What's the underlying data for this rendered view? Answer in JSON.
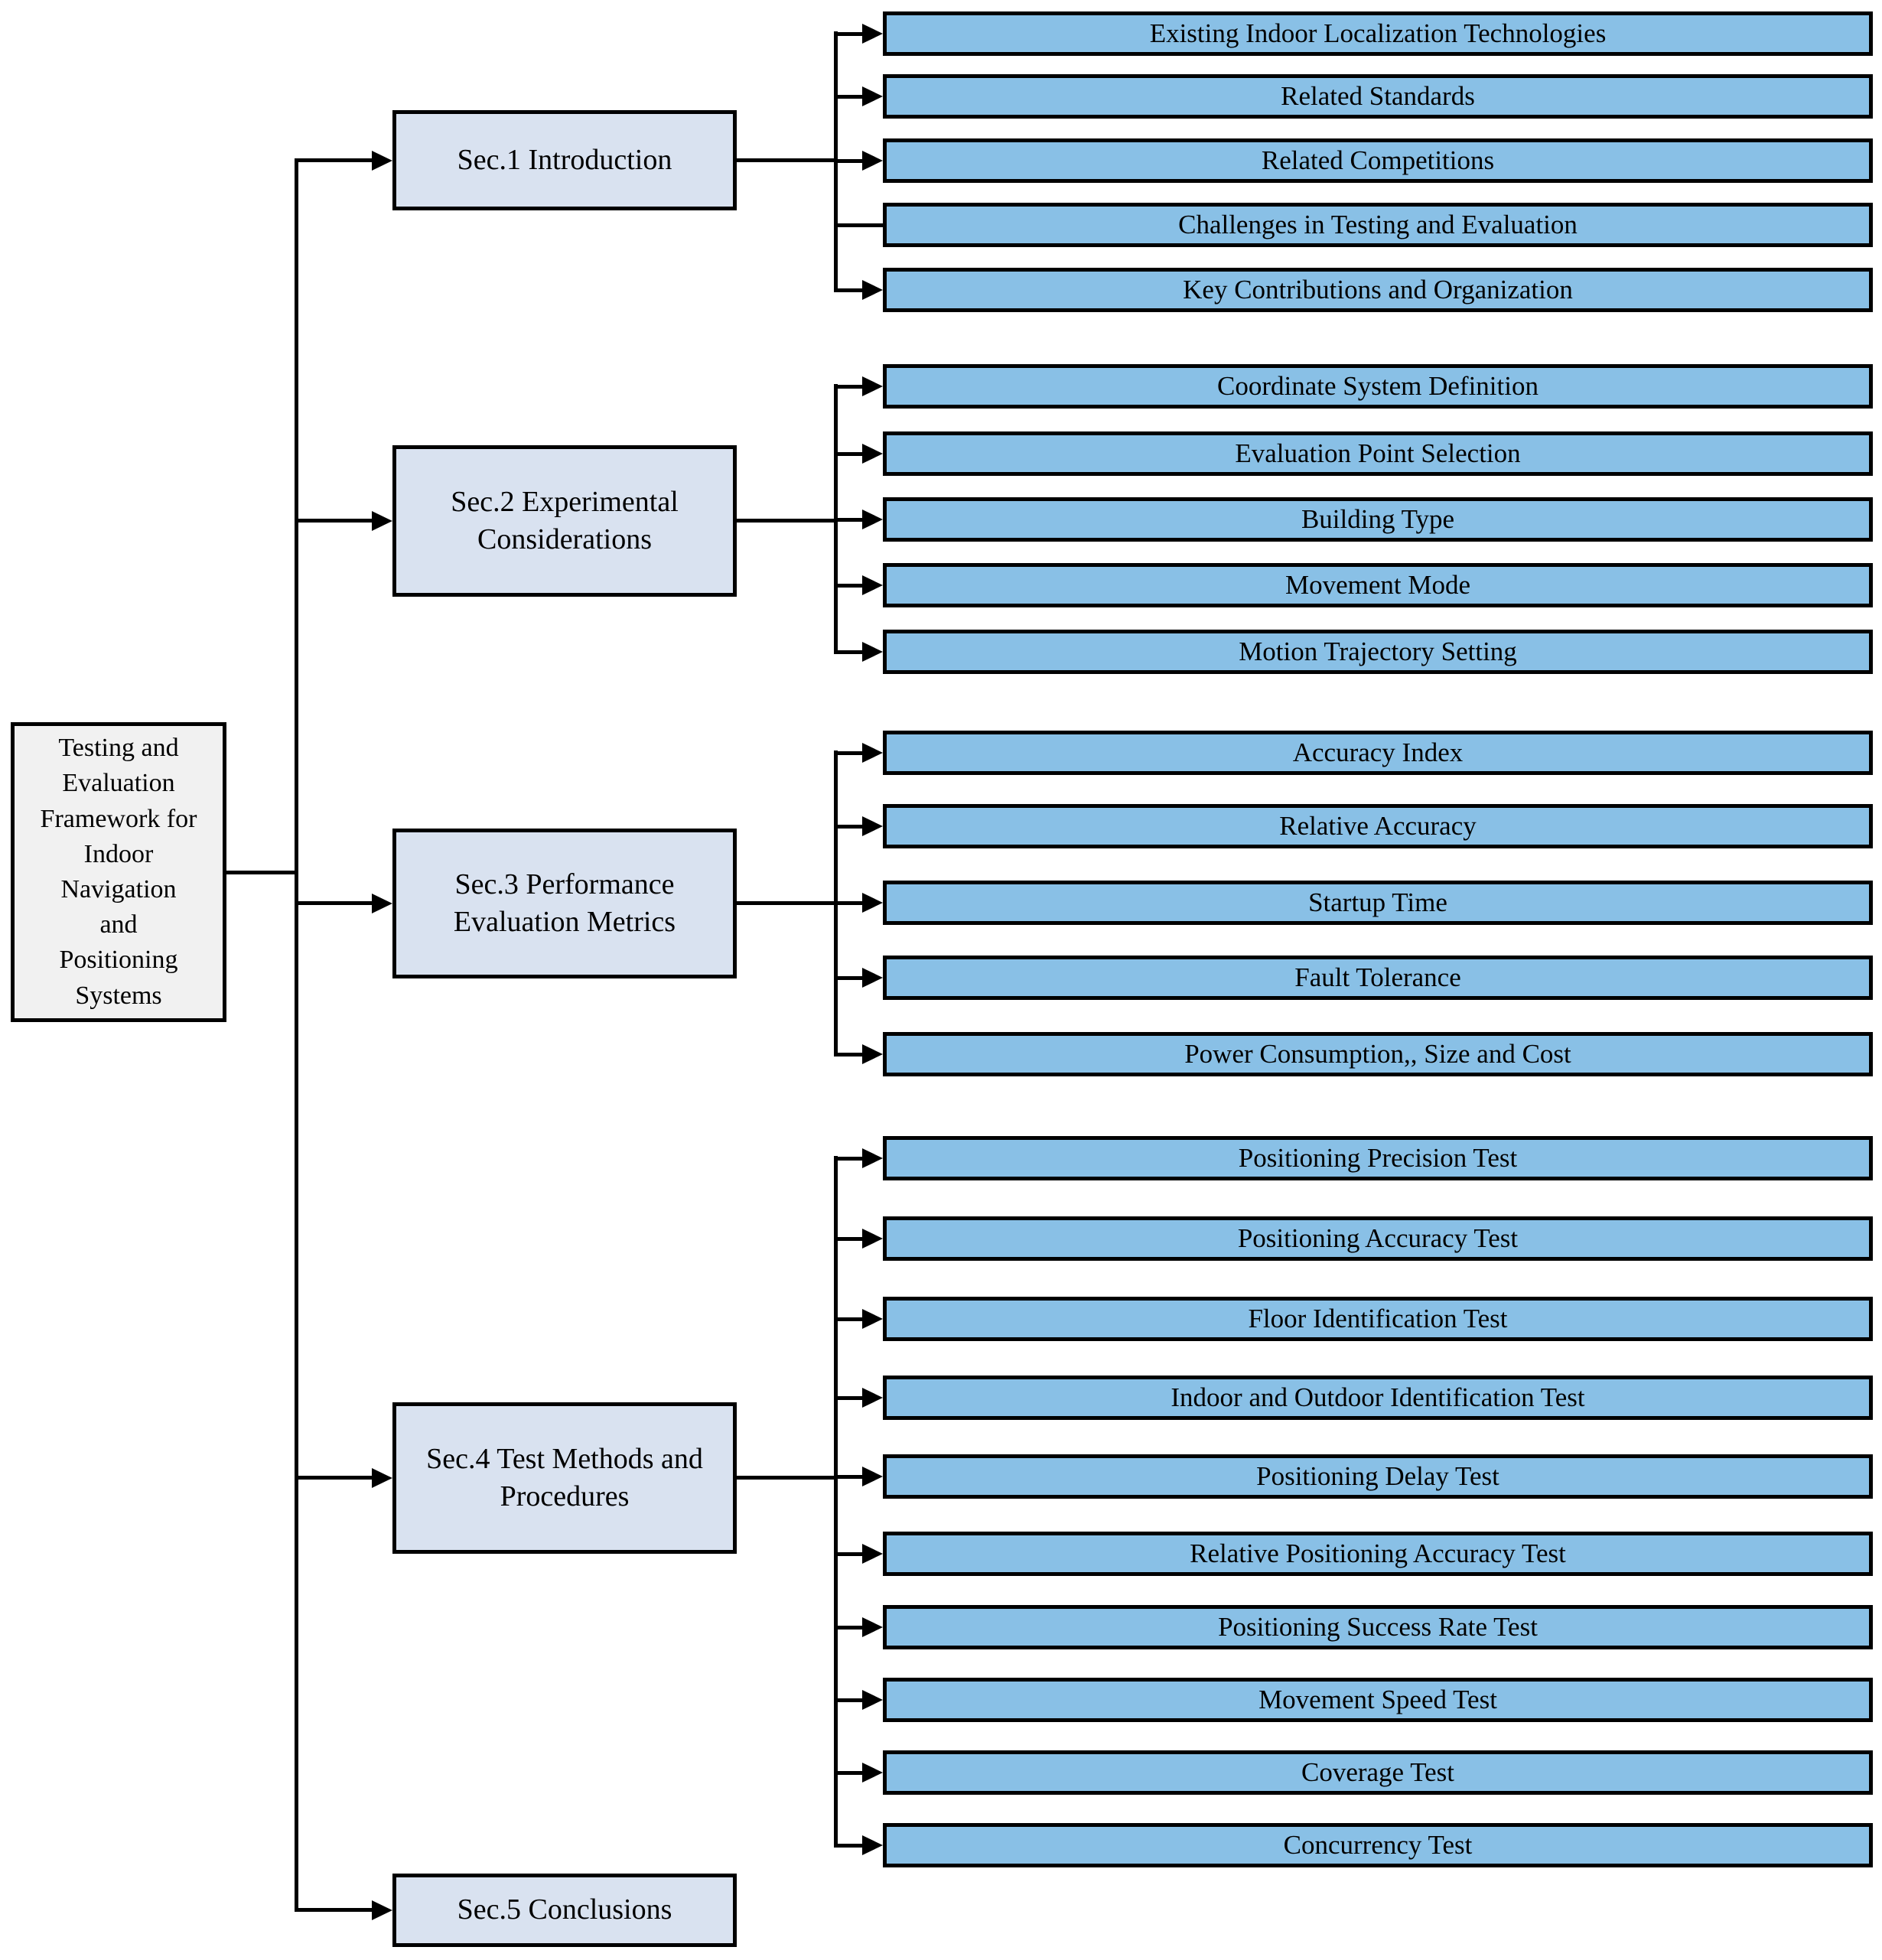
{
  "diagram": {
    "root": {
      "label": "Testing and\nEvaluation\nFramework for\nIndoor\nNavigation\nand\nPositioning\nSystems"
    },
    "sections": [
      {
        "label": "Sec.1 Introduction",
        "children": [
          "Existing Indoor Localization Technologies",
          "Related Standards",
          "Related Competitions",
          "Challenges in Testing and Evaluation",
          "Key Contributions and Organization"
        ]
      },
      {
        "label": "Sec.2 Experimental Considerations",
        "children": [
          "Coordinate System Definition",
          "Evaluation Point Selection",
          "Building Type",
          "Movement Mode",
          "Motion Trajectory Setting"
        ]
      },
      {
        "label": "Sec.3 Performance Evaluation Metrics",
        "children": [
          "Accuracy Index",
          "Relative Accuracy",
          "Startup Time",
          "Fault Tolerance",
          "Power Consumption,, Size and Cost"
        ]
      },
      {
        "label": "Sec.4 Test Methods and Procedures",
        "children": [
          "Positioning Precision Test",
          "Positioning Accuracy Test",
          "Floor Identification Test",
          "Indoor and Outdoor Identification Test",
          "Positioning Delay Test",
          "Relative Positioning Accuracy Test",
          "Positioning Success Rate Test",
          "Movement Speed Test",
          "Coverage Test",
          "Concurrency Test"
        ]
      },
      {
        "label": "Sec.5 Conclusions",
        "children": []
      }
    ],
    "colors": {
      "line": "#000000",
      "root_fill": "#F1F1F1",
      "section_fill": "#D9E2F0",
      "child_fill": "#89C0E6"
    }
  }
}
